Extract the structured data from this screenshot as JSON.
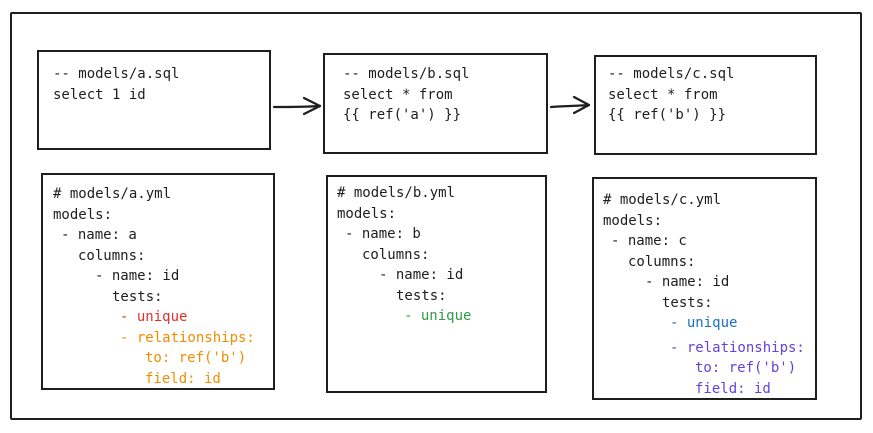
{
  "colors": {
    "ink": "#1e1e1e",
    "red": "#e03131",
    "orange": "#f08c00",
    "green": "#2f9e44",
    "blue": "#1971c2",
    "purple": "#6741d9"
  },
  "sql": {
    "a": [
      "-- models/a.sql",
      "select 1 id"
    ],
    "b": [
      "-- models/b.sql",
      "select * from",
      "{{ ref('a') }}"
    ],
    "c": [
      "-- models/c.sql",
      "select * from",
      "{{ ref('b') }}"
    ]
  },
  "yml": {
    "a": {
      "lines": [
        "# models/a.yml",
        "models:",
        "- name: a",
        "columns:",
        "- name: id",
        "tests:"
      ],
      "tests": [
        "- unique",
        "- relationships:",
        "to: ref('b')",
        "field: id"
      ]
    },
    "b": {
      "lines": [
        "# models/b.yml",
        "models:",
        "- name: b",
        "columns:",
        "- name: id",
        "tests:"
      ],
      "tests": [
        "- unique"
      ]
    },
    "c": {
      "lines": [
        "# models/c.yml",
        "models:",
        "- name: c",
        "columns:",
        "- name: id",
        "tests:"
      ],
      "tests": [
        "- unique",
        "- relationships:",
        "to: ref('b')",
        "field: id"
      ]
    }
  },
  "edges": [
    {
      "from": "models/a.sql",
      "to": "models/b.sql"
    },
    {
      "from": "models/b.sql",
      "to": "models/c.sql"
    }
  ]
}
